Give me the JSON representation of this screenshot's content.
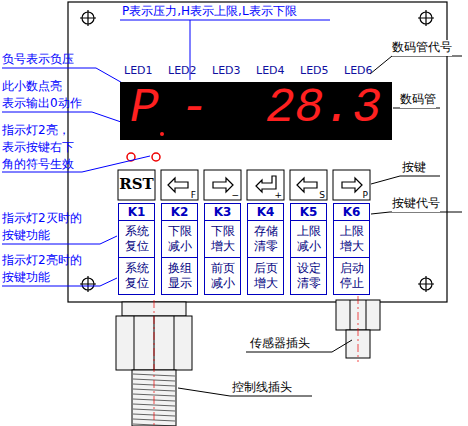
{
  "diagram": {
    "nodes": [
      {
        "text": [
          "P",
          "-",
          "28.3"
        ]
      },
      {
        "text": [
          "RST"
        ]
      },
      {
        "text": [
          "F"
        ]
      },
      {
        "text": [
          "−"
        ]
      },
      {
        "text": [
          "+"
        ]
      },
      {
        "text": [
          "S"
        ]
      },
      {
        "text": [
          "P"
        ]
      },
      {
        "text": [
          "K1",
          "系统复位",
          "系统复位"
        ]
      },
      {
        "text": [
          "K2",
          "下限减小",
          "换组显示"
        ]
      },
      {
        "text": [
          "K3",
          "下限增大",
          "前页减小"
        ]
      },
      {
        "text": [
          "K4",
          "存储清零",
          "后页增大"
        ]
      },
      {
        "text": [
          "K5",
          "上限减小",
          "设定清零"
        ]
      },
      {
        "text": [
          "K6",
          "上限增大",
          "启动停止"
        ]
      }
    ],
    "labels": [
      "P表示压力,H表示上限,L表示下限",
      "负号表示负压",
      "LED1",
      "LED2",
      "LED3",
      "LED4",
      "LED5",
      "LED6",
      "数码管代号",
      "此小数点亮 表示输出0动作",
      "数码管",
      "指示灯2亮， 表示按键右下 角的符号生效",
      "按键",
      "按键代号",
      "指示灯2灭时的 按键功能",
      "指示灯2亮时的 按键功能",
      "传感器插头",
      "控制线插头"
    ]
  }
}
